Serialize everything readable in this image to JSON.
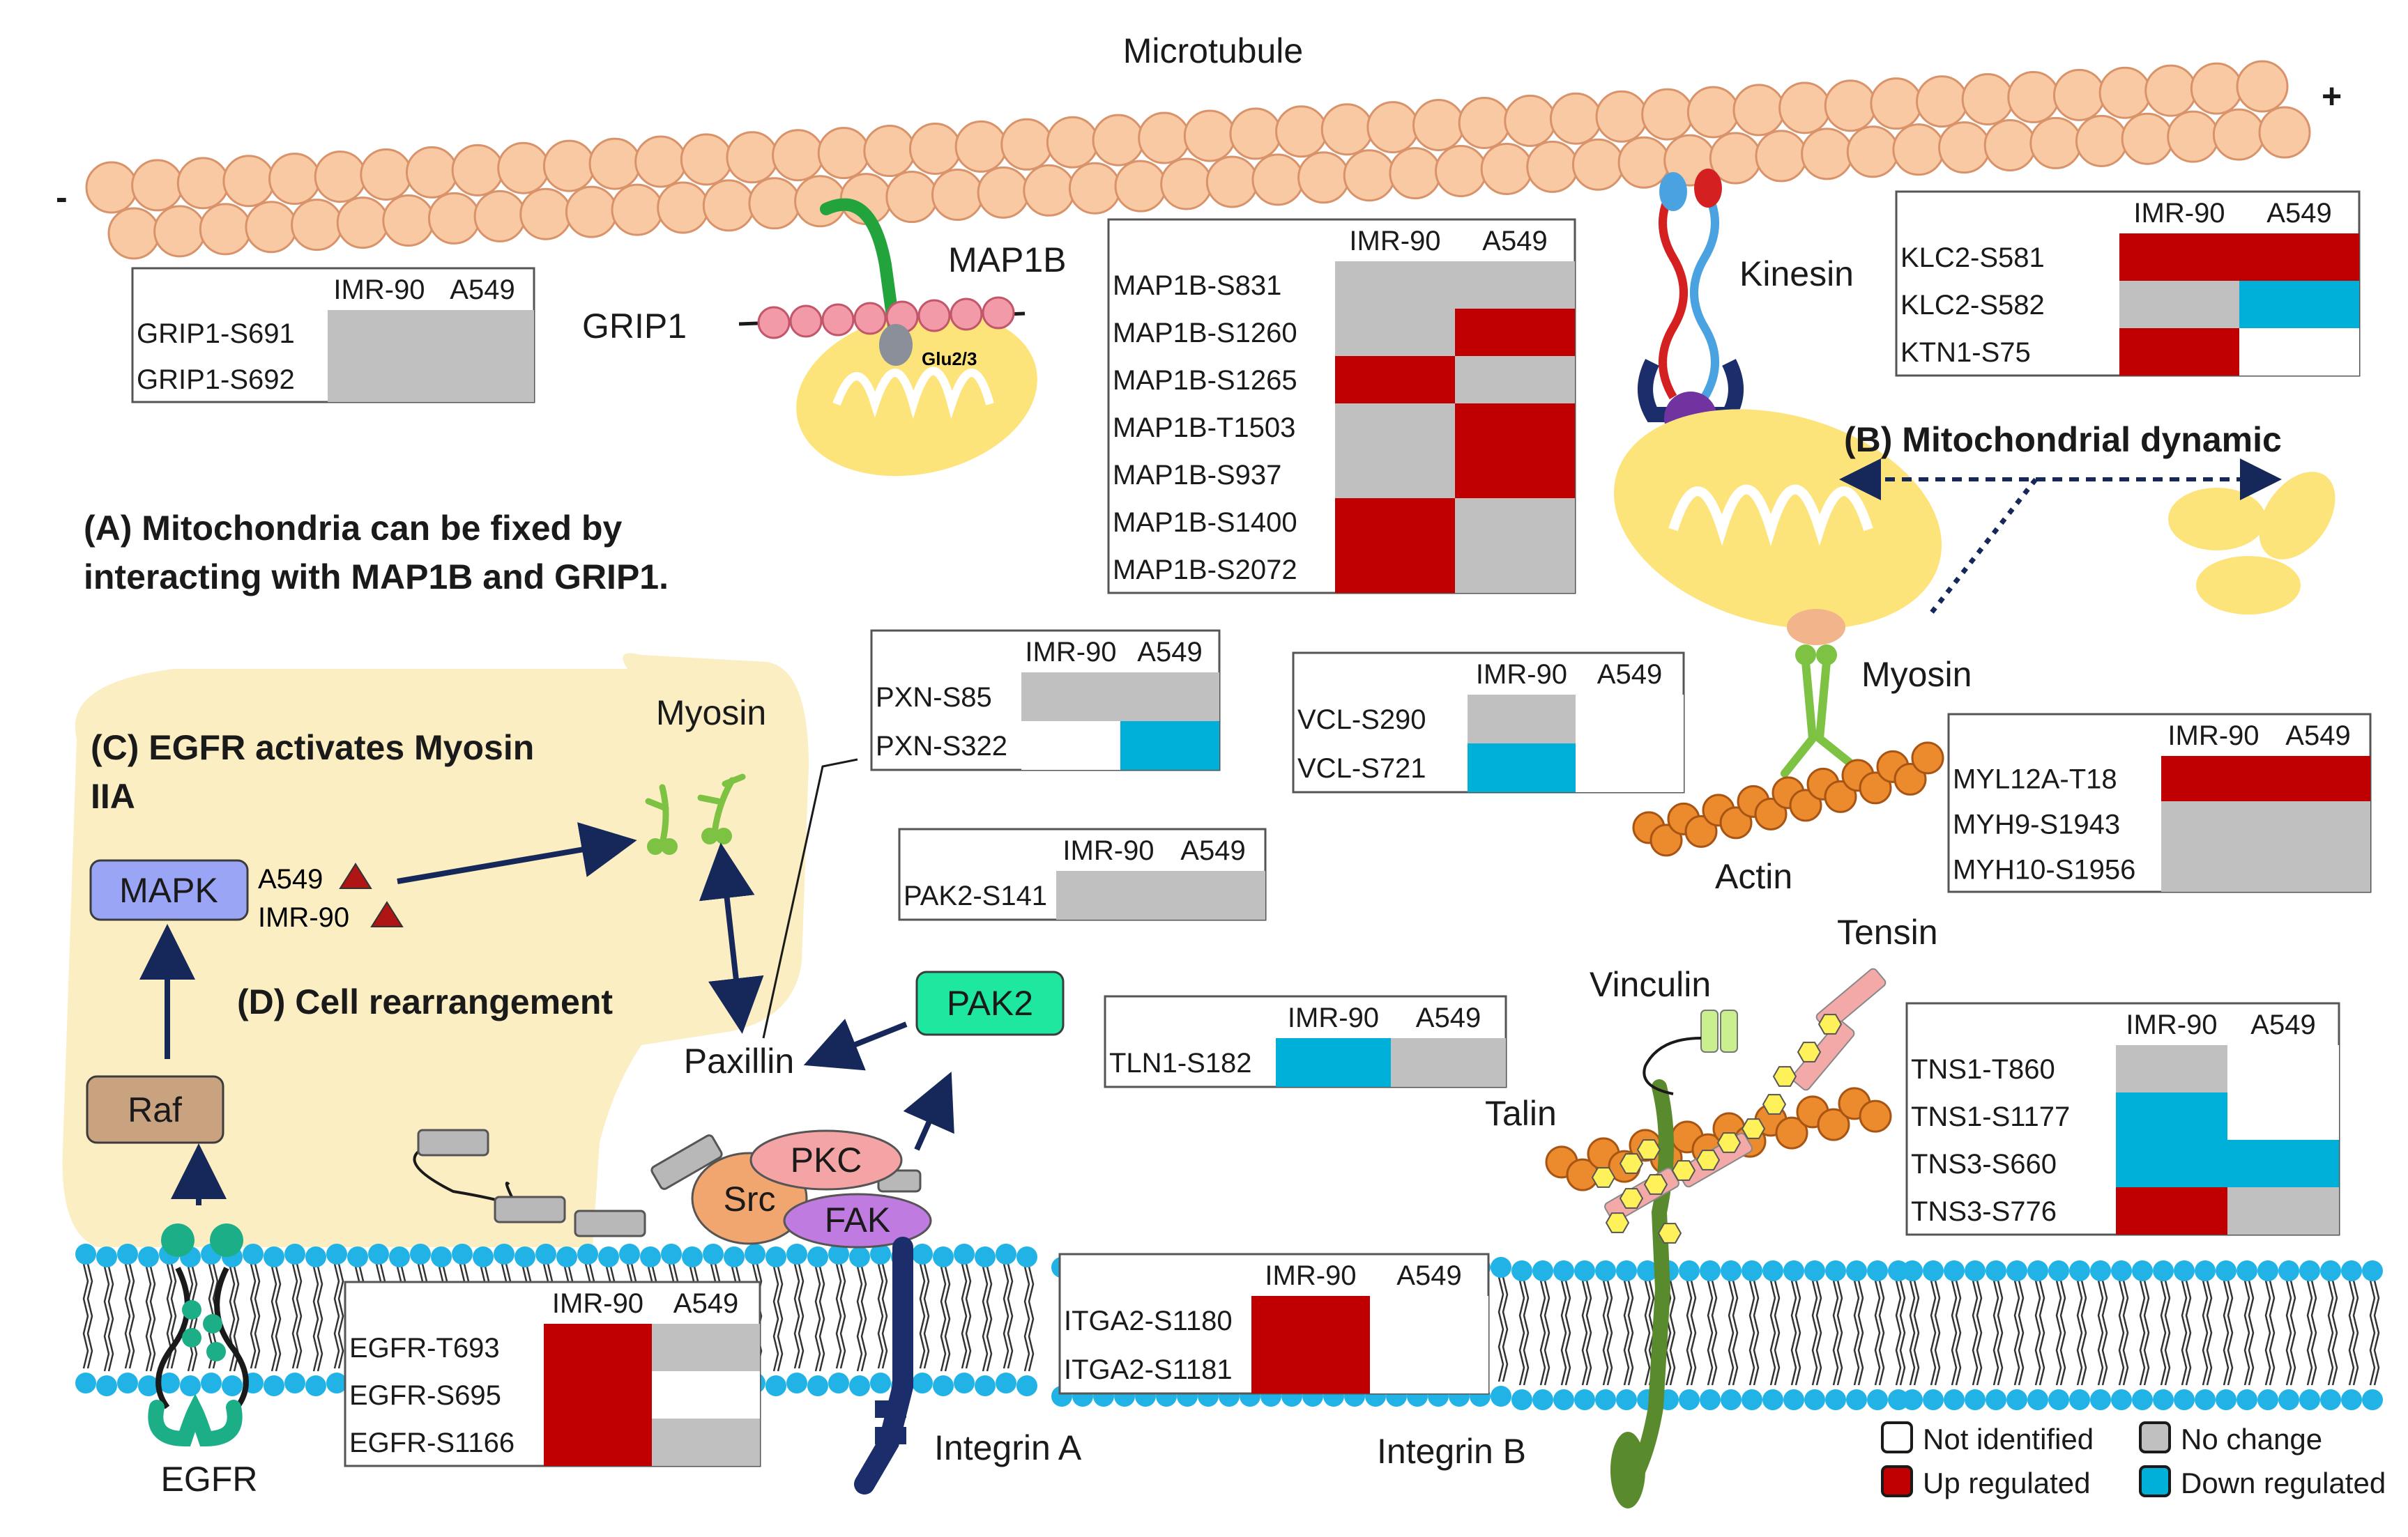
{
  "labels": {
    "microtubule": "Microtubule",
    "minus": "-",
    "plus": "+",
    "map1b": "MAP1B",
    "grip1": "GRIP1",
    "glu": "Glu2/3",
    "kinesin": "Kinesin",
    "myosin_right": "Myosin",
    "actin": "Actin",
    "myosin_left": "Myosin",
    "paxillin": "Paxillin",
    "mapk": "MAPK",
    "raf": "Raf",
    "pak2": "PAK2",
    "pkc": "PKC",
    "src": "Src",
    "fak": "FAK",
    "egfr": "EGFR",
    "integrin_a": "Integrin A",
    "integrin_b": "Integrin B",
    "vinculin": "Vinculin",
    "talin": "Talin",
    "tensin": "Tensin",
    "a549_up": "A549",
    "imr90_up": "IMR-90"
  },
  "captions": {
    "a_line1": "(A) Mitochondria can be fixed by",
    "a_line2": "interacting with MAP1B and GRIP1.",
    "b": "(B) Mitochondrial dynamic",
    "c_line1": "(C) EGFR activates Myosin",
    "c_line2": "IIA",
    "d": "(D) Cell rearrangement"
  },
  "columns": [
    "IMR-90",
    "A549"
  ],
  "colors": {
    "not_identified": "#ffffff",
    "no_change": "#c0c0c0",
    "up": "#c00000",
    "down": "#00b0d8"
  },
  "tables": {
    "grip1": {
      "rows": [
        {
          "site": "GRIP1-S691",
          "imr90": "no_change",
          "a549": "no_change"
        },
        {
          "site": "GRIP1-S692",
          "imr90": "no_change",
          "a549": "no_change"
        }
      ]
    },
    "map1b": {
      "rows": [
        {
          "site": "MAP1B-S831",
          "imr90": "no_change",
          "a549": "no_change"
        },
        {
          "site": "MAP1B-S1260",
          "imr90": "no_change",
          "a549": "up"
        },
        {
          "site": "MAP1B-S1265",
          "imr90": "up",
          "a549": "no_change"
        },
        {
          "site": "MAP1B-T1503",
          "imr90": "no_change",
          "a549": "up"
        },
        {
          "site": "MAP1B-S937",
          "imr90": "no_change",
          "a549": "up"
        },
        {
          "site": "MAP1B-S1400",
          "imr90": "up",
          "a549": "no_change"
        },
        {
          "site": "MAP1B-S2072",
          "imr90": "up",
          "a549": "no_change"
        }
      ]
    },
    "klc2": {
      "rows": [
        {
          "site": "KLC2-S581",
          "imr90": "up",
          "a549": "up"
        },
        {
          "site": "KLC2-S582",
          "imr90": "no_change",
          "a549": "down"
        },
        {
          "site": "KTN1-S75",
          "imr90": "up",
          "a549": "not_identified"
        }
      ]
    },
    "pxn": {
      "rows": [
        {
          "site": "PXN-S85",
          "imr90": "no_change",
          "a549": "no_change"
        },
        {
          "site": "PXN-S322",
          "imr90": "not_identified",
          "a549": "down"
        }
      ]
    },
    "vcl": {
      "rows": [
        {
          "site": "VCL-S290",
          "imr90": "no_change",
          "a549": "not_identified"
        },
        {
          "site": "VCL-S721",
          "imr90": "down",
          "a549": "not_identified"
        }
      ]
    },
    "myl": {
      "rows": [
        {
          "site": "MYL12A-T18",
          "imr90": "up",
          "a549": "up"
        },
        {
          "site": "MYH9-S1943",
          "imr90": "no_change",
          "a549": "no_change"
        },
        {
          "site": "MYH10-S1956",
          "imr90": "no_change",
          "a549": "no_change"
        }
      ]
    },
    "pak2": {
      "rows": [
        {
          "site": "PAK2-S141",
          "imr90": "no_change",
          "a549": "no_change"
        }
      ]
    },
    "tln1": {
      "rows": [
        {
          "site": "TLN1-S182",
          "imr90": "down",
          "a549": "no_change"
        }
      ]
    },
    "tns": {
      "rows": [
        {
          "site": "TNS1-T860",
          "imr90": "no_change",
          "a549": "not_identified"
        },
        {
          "site": "TNS1-S1177",
          "imr90": "down",
          "a549": "not_identified"
        },
        {
          "site": "TNS3-S660",
          "imr90": "down",
          "a549": "down"
        },
        {
          "site": "TNS3-S776",
          "imr90": "up",
          "a549": "no_change"
        }
      ]
    },
    "itga2": {
      "rows": [
        {
          "site": "ITGA2-S1180",
          "imr90": "up",
          "a549": "not_identified"
        },
        {
          "site": "ITGA2-S1181",
          "imr90": "up",
          "a549": "not_identified"
        }
      ]
    },
    "egfr": {
      "rows": [
        {
          "site": "EGFR-T693",
          "imr90": "up",
          "a549": "no_change"
        },
        {
          "site": "EGFR-S695",
          "imr90": "up",
          "a549": "not_identified"
        },
        {
          "site": "EGFR-S1166",
          "imr90": "up",
          "a549": "no_change"
        }
      ]
    }
  },
  "legend": [
    {
      "key": "not_identified",
      "label": "Not identified"
    },
    {
      "key": "no_change",
      "label": "No change"
    },
    {
      "key": "up",
      "label": "Up regulated"
    },
    {
      "key": "down",
      "label": "Down regulated"
    }
  ]
}
